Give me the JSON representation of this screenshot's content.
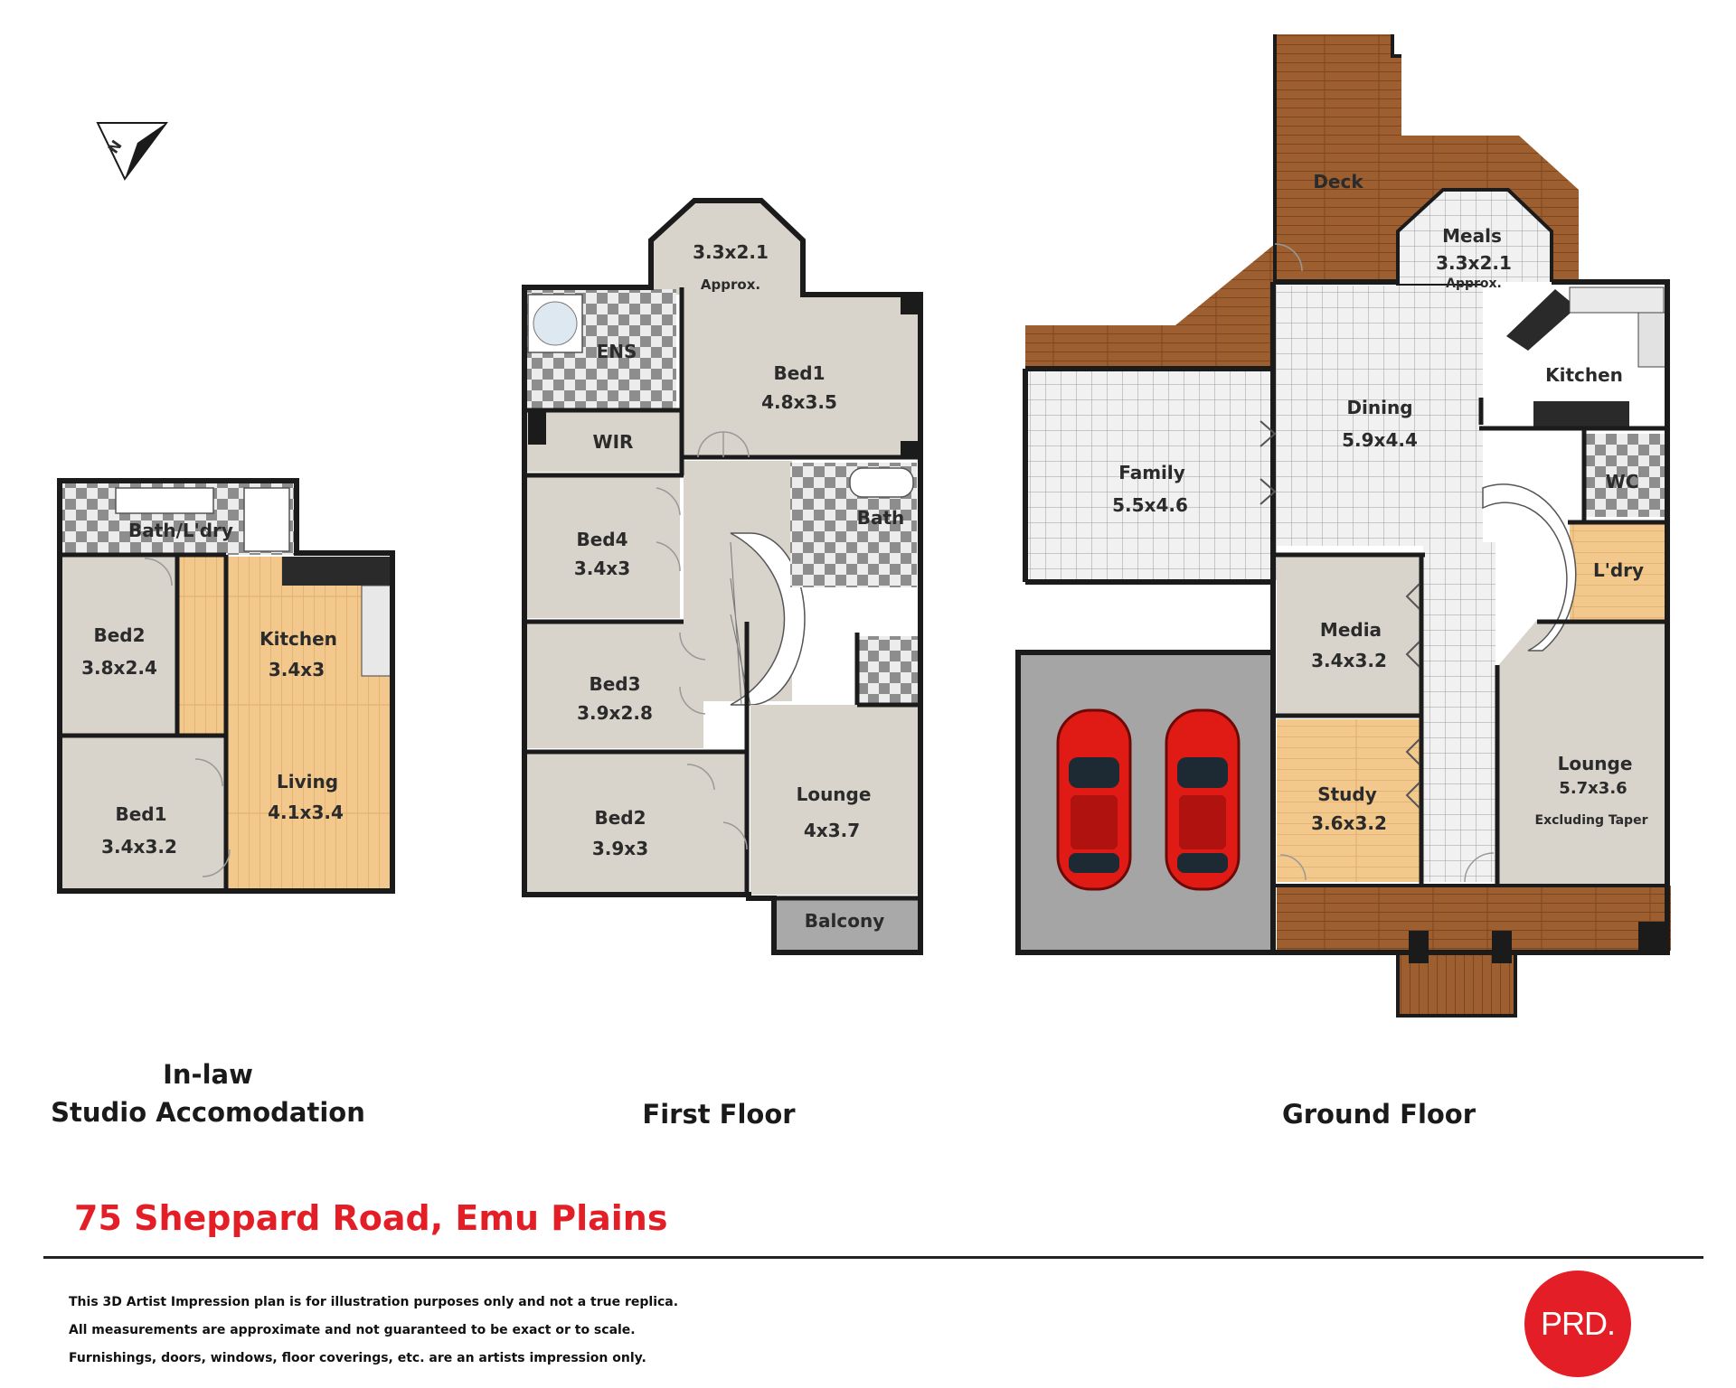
{
  "compass": {
    "icon": "north-arrow-icon",
    "letter": "N"
  },
  "inlaw": {
    "caption_line1": "In-law",
    "caption_line2": "Studio Accomodation",
    "rooms": {
      "bath_laundry": {
        "name": "Bath/L'dry",
        "size": ""
      },
      "bed2": {
        "name": "Bed2",
        "size": "3.8x2.4"
      },
      "kitchen": {
        "name": "Kitchen",
        "size": "3.4x3"
      },
      "living": {
        "name": "Living",
        "size": "4.1x3.4"
      },
      "bed1": {
        "name": "Bed1",
        "size": "3.4x3.2"
      }
    }
  },
  "first_floor": {
    "caption": "First Floor",
    "rooms": {
      "bay": {
        "name": "3.3x2.1",
        "size": "Approx."
      },
      "ens": {
        "name": "ENS"
      },
      "bed1": {
        "name": "Bed1",
        "size": "4.8x3.5"
      },
      "wir": {
        "name": "WIR"
      },
      "bath": {
        "name": "Bath"
      },
      "bed4": {
        "name": "Bed4",
        "size": "3.4x3"
      },
      "bed3": {
        "name": "Bed3",
        "size": "3.9x2.8"
      },
      "bed2": {
        "name": "Bed2",
        "size": "3.9x3"
      },
      "lounge": {
        "name": "Lounge",
        "size": "4x3.7"
      },
      "balcony": {
        "name": "Balcony"
      }
    }
  },
  "ground_floor": {
    "caption": "Ground Floor",
    "rooms": {
      "deck": {
        "name": "Deck"
      },
      "meals": {
        "name": "Meals",
        "size": "3.3x2.1",
        "note": "Approx."
      },
      "kitchen": {
        "name": "Kitchen"
      },
      "dining": {
        "name": "Dining",
        "size": "5.9x4.4"
      },
      "family": {
        "name": "Family",
        "size": "5.5x4.6"
      },
      "wc": {
        "name": "WC"
      },
      "laundry": {
        "name": "L'dry"
      },
      "media": {
        "name": "Media",
        "size": "3.4x3.2"
      },
      "study": {
        "name": "Study",
        "size": "3.6x3.2"
      },
      "lounge": {
        "name": "Lounge",
        "size": "5.7x3.6",
        "note": "Excluding Taper"
      }
    }
  },
  "address": "75 Sheppard Road, Emu Plains",
  "disclaimer": [
    "This 3D Artist Impression plan is for illustration purposes only and not a true replica.",
    "All measurements are approximate and not guaranteed to be exact or to scale.",
    "Furnishings, doors, windows, floor coverings, etc. are an artists impression only."
  ],
  "logo": {
    "text": "PRD."
  },
  "colors": {
    "wall": "#1b1b1b",
    "floor_grey": "#d9d4cc",
    "timber": "#f2c88f",
    "deck": "#9b5c2e",
    "garage": "#a5a5a5",
    "balcony": "#a9a9a9",
    "tile": "#eeeeee",
    "brand_red": "#e41e26"
  }
}
